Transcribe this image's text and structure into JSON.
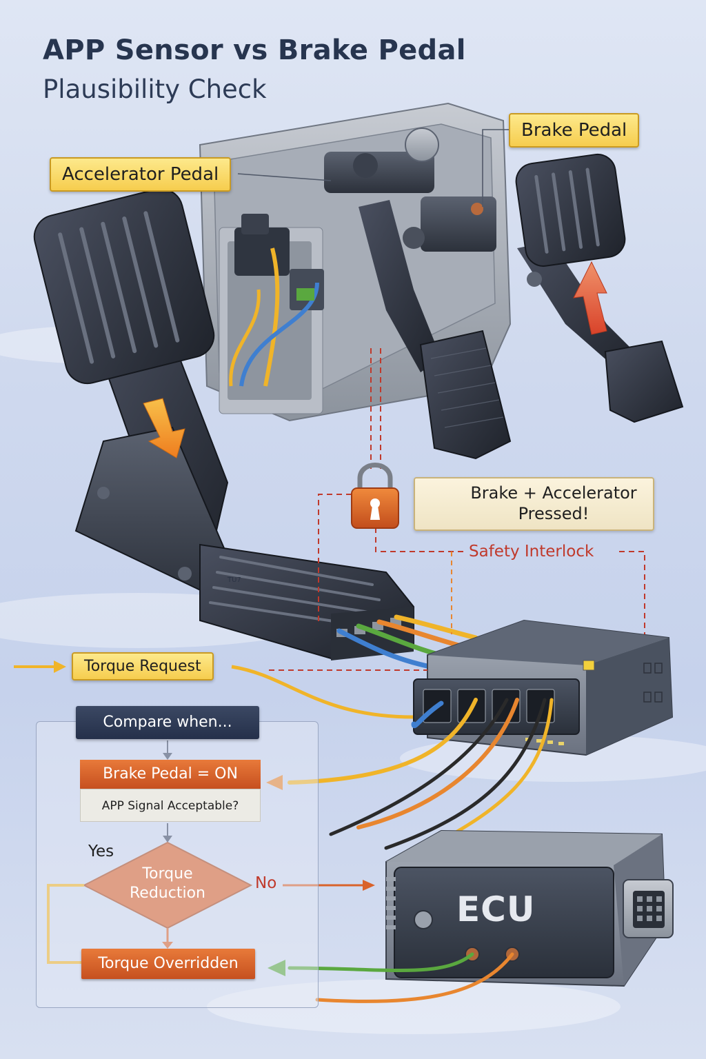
{
  "header": {
    "title_line1": "APP Sensor vs Brake Pedal",
    "title_line2": "Plausibility Check"
  },
  "labels": {
    "accelerator_pedal": "Accelerator Pedal",
    "brake_pedal": "Brake Pedal",
    "torque_request": "Torque Request",
    "pedal_marking": "TU7"
  },
  "warning": {
    "line1": "Brake + Accelerator",
    "line2": "Pressed!",
    "icon": "warning-triangle-icon"
  },
  "interlock": {
    "label": "Safety Interlock",
    "icon": "padlock-icon"
  },
  "flowchart": {
    "compare": "Compare when...",
    "condition": "Brake Pedal = ON",
    "question": "APP Signal Acceptable?",
    "yes": "Yes",
    "no": "No",
    "decision_line1": "Torque",
    "decision_line2": "Reduction",
    "result": "Torque Overridden"
  },
  "ecu": {
    "label": "ECU"
  },
  "colors": {
    "label_yellow": "#f6cd4e",
    "flow_orange": "#d9622a",
    "dark_box": "#2b3650",
    "warning_red": "#c0392b",
    "wire_yellow": "#f0b429",
    "wire_blue": "#3f7fd0",
    "wire_green": "#5aa83f",
    "wire_orange": "#e8862f",
    "wire_black": "#2a2a2a"
  }
}
